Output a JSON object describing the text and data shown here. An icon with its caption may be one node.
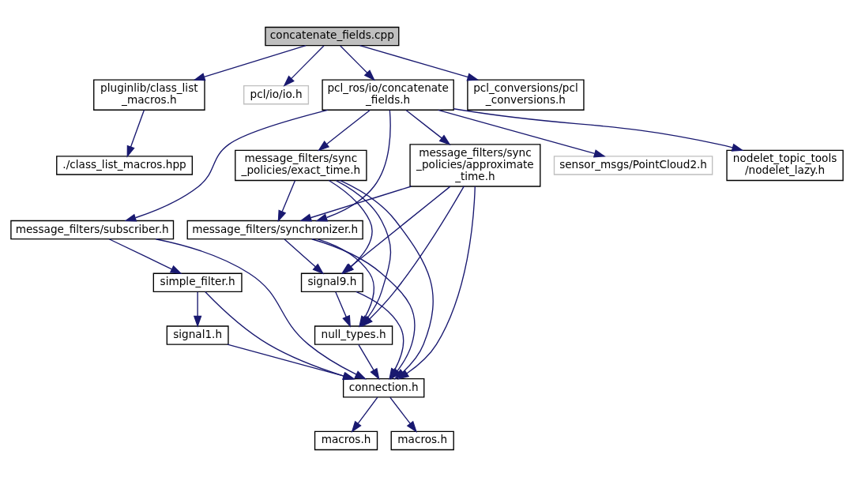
{
  "diagram": {
    "nodes": [
      {
        "text": [
          "concatenate_fields.cpp"
        ]
      },
      {
        "text": [
          "pluginlib/class_list _macros.h"
        ]
      },
      {
        "text": [
          "pcl/io/io.h"
        ]
      },
      {
        "text": [
          "pcl_ros/io/concatenate _fields.h"
        ]
      },
      {
        "text": [
          "pcl_conversions/pcl _conversions.h"
        ]
      },
      {
        "text": [
          "./class_list_macros.hpp"
        ]
      },
      {
        "text": [
          "message_filters/sync _policies/exact_time.h"
        ]
      },
      {
        "text": [
          "message_filters/sync _policies/approximate _time.h"
        ]
      },
      {
        "text": [
          "sensor_msgs/PointCloud2.h"
        ]
      },
      {
        "text": [
          "nodelet_topic_tools /nodelet_lazy.h"
        ]
      },
      {
        "text": [
          "message_filters/subscriber.h"
        ]
      },
      {
        "text": [
          "message_filters/synchronizer.h"
        ]
      },
      {
        "text": [
          "simple_filter.h"
        ]
      },
      {
        "text": [
          "signal9.h"
        ]
      },
      {
        "text": [
          "signal1.h"
        ]
      },
      {
        "text": [
          "null_types.h"
        ]
      },
      {
        "text": [
          "connection.h"
        ]
      },
      {
        "text": [
          "macros.h"
        ]
      },
      {
        "text": [
          "macros.h"
        ]
      }
    ],
    "edges": [
      {
        "from": 0,
        "to": 1,
        "arrow": "to"
      },
      {
        "from": 0,
        "to": 2,
        "arrow": "to"
      },
      {
        "from": 0,
        "to": 3,
        "arrow": "to"
      },
      {
        "from": 0,
        "to": 4,
        "arrow": "to"
      },
      {
        "from": 1,
        "to": 5,
        "arrow": "to"
      },
      {
        "from": 3,
        "to": 10,
        "arrow": "to"
      },
      {
        "from": 3,
        "to": 6,
        "arrow": "to"
      },
      {
        "from": 3,
        "to": 11,
        "arrow": "to"
      },
      {
        "from": 3,
        "to": 7,
        "arrow": "to"
      },
      {
        "from": 3,
        "to": 8,
        "arrow": "to"
      },
      {
        "from": 3,
        "to": 9,
        "arrow": "to"
      },
      {
        "from": 6,
        "to": 11,
        "arrow": "to"
      },
      {
        "from": 6,
        "to": 13,
        "arrow": "to"
      },
      {
        "from": 6,
        "to": 15,
        "arrow": "to"
      },
      {
        "from": 6,
        "to": 16,
        "arrow": "to"
      },
      {
        "from": 7,
        "to": 11,
        "arrow": "to"
      },
      {
        "from": 7,
        "to": 13,
        "arrow": "to"
      },
      {
        "from": 7,
        "to": 15,
        "arrow": "to"
      },
      {
        "from": 7,
        "to": 16,
        "arrow": "to"
      },
      {
        "from": 10,
        "to": 12,
        "arrow": "to"
      },
      {
        "from": 10,
        "to": 16,
        "arrow": "to"
      },
      {
        "from": 11,
        "to": 13,
        "arrow": "to"
      },
      {
        "from": 11,
        "to": 15,
        "arrow": "to"
      },
      {
        "from": 11,
        "to": 16,
        "arrow": "to"
      },
      {
        "from": 12,
        "to": 14,
        "arrow": "to"
      },
      {
        "from": 12,
        "to": 16,
        "arrow": "to"
      },
      {
        "from": 13,
        "to": 15,
        "arrow": "to"
      },
      {
        "from": 13,
        "to": 16,
        "arrow": "to"
      },
      {
        "from": 14,
        "to": 16,
        "arrow": "to"
      },
      {
        "from": 15,
        "to": 16,
        "arrow": "to"
      },
      {
        "from": 16,
        "to": 17,
        "arrow": "to"
      },
      {
        "from": 16,
        "to": 18,
        "arrow": "to"
      }
    ]
  }
}
